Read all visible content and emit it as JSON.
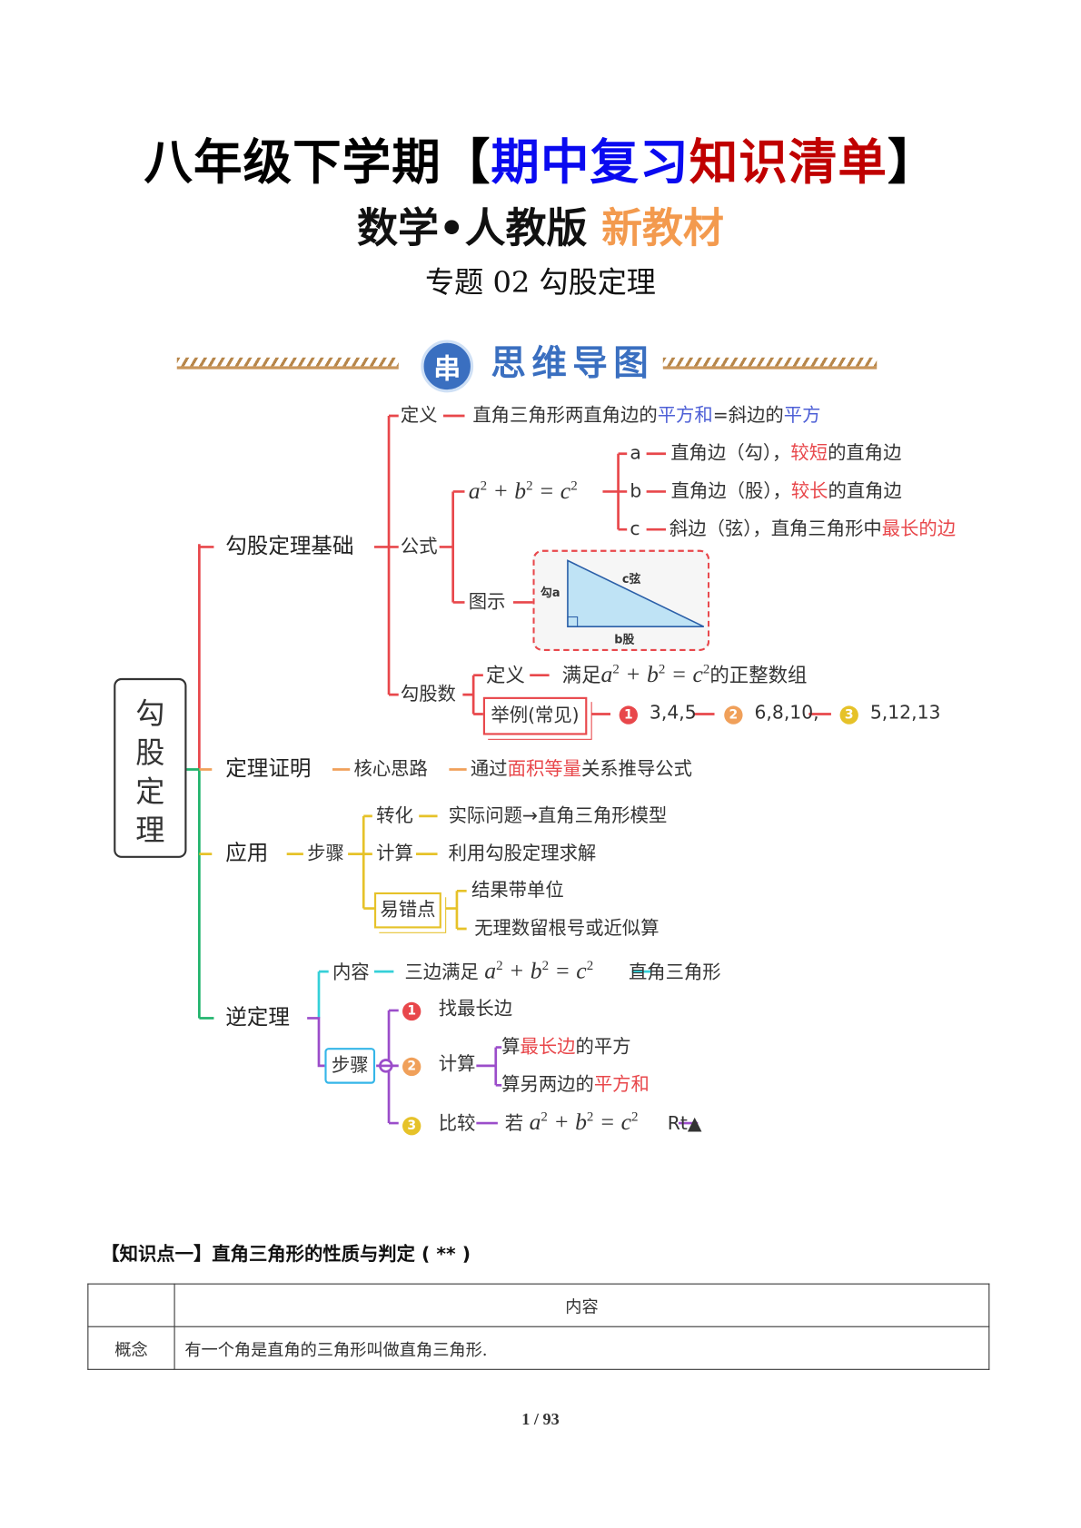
{
  "header": {
    "title_black": "八年级下学期【",
    "title_blue": "期中复习",
    "title_red": "知识清单",
    "title_end": "】",
    "subtitle": "数学•人教版",
    "subtitle_orange": "新教材",
    "topic": "专题 02  勾股定理",
    "colors": {
      "blue": "#0a0af0",
      "red": "#c00000",
      "orange": "#f39a4e"
    }
  },
  "banner": {
    "icon": "串",
    "title": "思维导图"
  },
  "mindmap": {
    "root": [
      "勾",
      "股",
      "定",
      "理"
    ],
    "basics": {
      "label": "勾股定理基础",
      "def_label": "定义",
      "def_text": [
        "直角三角形两直角边的",
        "平方和",
        "=斜边的",
        "平方"
      ],
      "formula_label": "公式",
      "formula": "a² + b² = c²",
      "a": {
        "key": "a",
        "text": "直角边（勾），",
        "hl": "较短",
        "rest": "的直角边"
      },
      "b": {
        "key": "b",
        "text": "直角边（股），",
        "hl": "较长",
        "rest": "的直角边"
      },
      "c": {
        "key": "c",
        "text": "斜边（弦），直角三角形中",
        "hl": "最长的边"
      },
      "diagram_label": "图示",
      "diagram": {
        "hyp": "c弦",
        "leg_a": "勾a",
        "leg_b": "b股"
      },
      "triple_label": "勾股数",
      "triple_def_label": "定义",
      "triple_def_pre": "满足",
      "triple_def_post": "的正整数组",
      "example_label": "举例(常见)",
      "examples": [
        {
          "n": "1",
          "v": "3,4,5"
        },
        {
          "n": "2",
          "v": "6,8,10,"
        },
        {
          "n": "3",
          "v": "5,12,13"
        }
      ]
    },
    "proof": {
      "label": "定理证明",
      "idea": "核心思路",
      "text_pre": "通过",
      "text_hl": "面积等量",
      "text_post": "关系推导公式"
    },
    "application": {
      "label": "应用",
      "steps": "步骤",
      "convert_label": "转化",
      "convert": "实际问题→直角三角形模型",
      "calc_label": "计算",
      "calc": "利用勾股定理求解",
      "pitfall_label": "易错点",
      "pitfalls": [
        "结果带单位",
        "无理数留根号或近似算"
      ]
    },
    "converse": {
      "label": "逆定理",
      "content_label": "内容",
      "content_pre": "三边满足",
      "content_post": "直角三角形",
      "steps_label": "步骤",
      "step1": "找最长边",
      "step2": "计算",
      "step2a_pre": "算",
      "step2a_hl": "最长边",
      "step2a_post": "的平方",
      "step2b_pre": "算另两边的",
      "step2b_hl": "平方和",
      "step3": "比较",
      "step3_pre": "若",
      "step3_post": "Rt▲"
    },
    "colors": {
      "red": "#e8474b",
      "orange": "#f0a05a",
      "yellow": "#e6c229",
      "green": "#1fb36b",
      "cyan": "#35d0d8",
      "purple": "#9b4dca"
    }
  },
  "section": {
    "title": "【知识点一】直角三角形的性质与判定 ( ** )",
    "table": {
      "header": [
        "",
        "内容"
      ],
      "rows": [
        [
          "概念",
          "有一个角是直角的三角形叫做直角三角形."
        ]
      ]
    }
  },
  "footer": {
    "page": "1 / 93"
  }
}
